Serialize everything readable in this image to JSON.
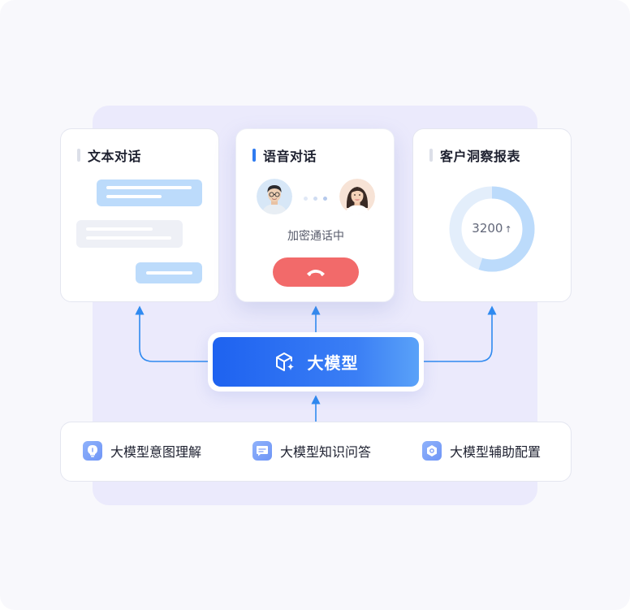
{
  "cards": {
    "text_chat": {
      "title": "文本对话"
    },
    "voice_chat": {
      "title": "语音对话",
      "status": "加密通话中"
    },
    "insight_report": {
      "title": "客户洞察报表",
      "metric": "3200",
      "metric_arrow": "↑"
    }
  },
  "model": {
    "label": "大模型"
  },
  "features": [
    {
      "label": "大模型意图理解",
      "icon": "lightbulb-icon"
    },
    {
      "label": "大模型知识问答",
      "icon": "chat-message-icon"
    },
    {
      "label": "大模型辅助配置",
      "icon": "hexagon-config-icon"
    }
  ],
  "colors": {
    "accent": "#2f7bf0",
    "panel_bg": "#ebeafc",
    "bubble_blue": "#bcdbfb",
    "hangup_red": "#f26a6a",
    "donut_light": "#e3eefb",
    "donut_fill": "#bcdbfb",
    "model_gradient_start": "#1e62f0",
    "model_gradient_end": "#5aa2f8"
  },
  "donut": {
    "progress_fraction": 0.55
  }
}
